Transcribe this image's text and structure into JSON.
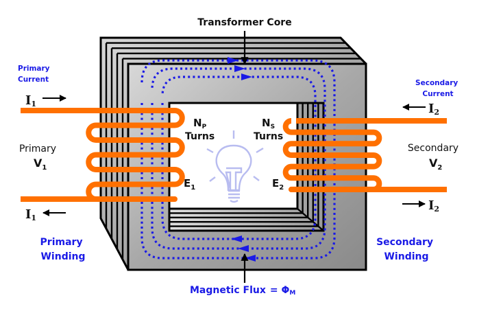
{
  "title": "Transformer Core",
  "labels": {
    "core": "Transformer Core",
    "primary_current": [
      "Primary",
      "Current"
    ],
    "secondary_current": [
      "Secondary",
      "Current"
    ],
    "primary_voltage": "Primary",
    "primary_voltage_symbol": "V",
    "primary_voltage_sub": "1",
    "secondary_voltage": "Secondary",
    "secondary_voltage_symbol": "V",
    "secondary_voltage_sub": "2",
    "primary_winding": [
      "Primary",
      "Winding"
    ],
    "secondary_winding": [
      "Secondary",
      "Winding"
    ],
    "np_symbol": "N",
    "np_sub": "P",
    "ns_symbol": "N",
    "ns_sub": "S",
    "turns": "Turns",
    "e1_symbol": "E",
    "e1_sub": "1",
    "e2_symbol": "E",
    "e2_sub": "2",
    "i1_symbol": "I",
    "i1_sub": "1",
    "i2_symbol": "I",
    "i2_sub": "2",
    "flux": "Magnetic Flux",
    "flux_eq": "= Φ",
    "flux_sub": "M"
  },
  "colors": {
    "wire": "#ff7000",
    "flux": "#1a1ae6",
    "label_blue": "#1a1ae6",
    "bulb": "#b8bcf0"
  },
  "icons": {
    "bulb": "light-bulb-icon"
  }
}
